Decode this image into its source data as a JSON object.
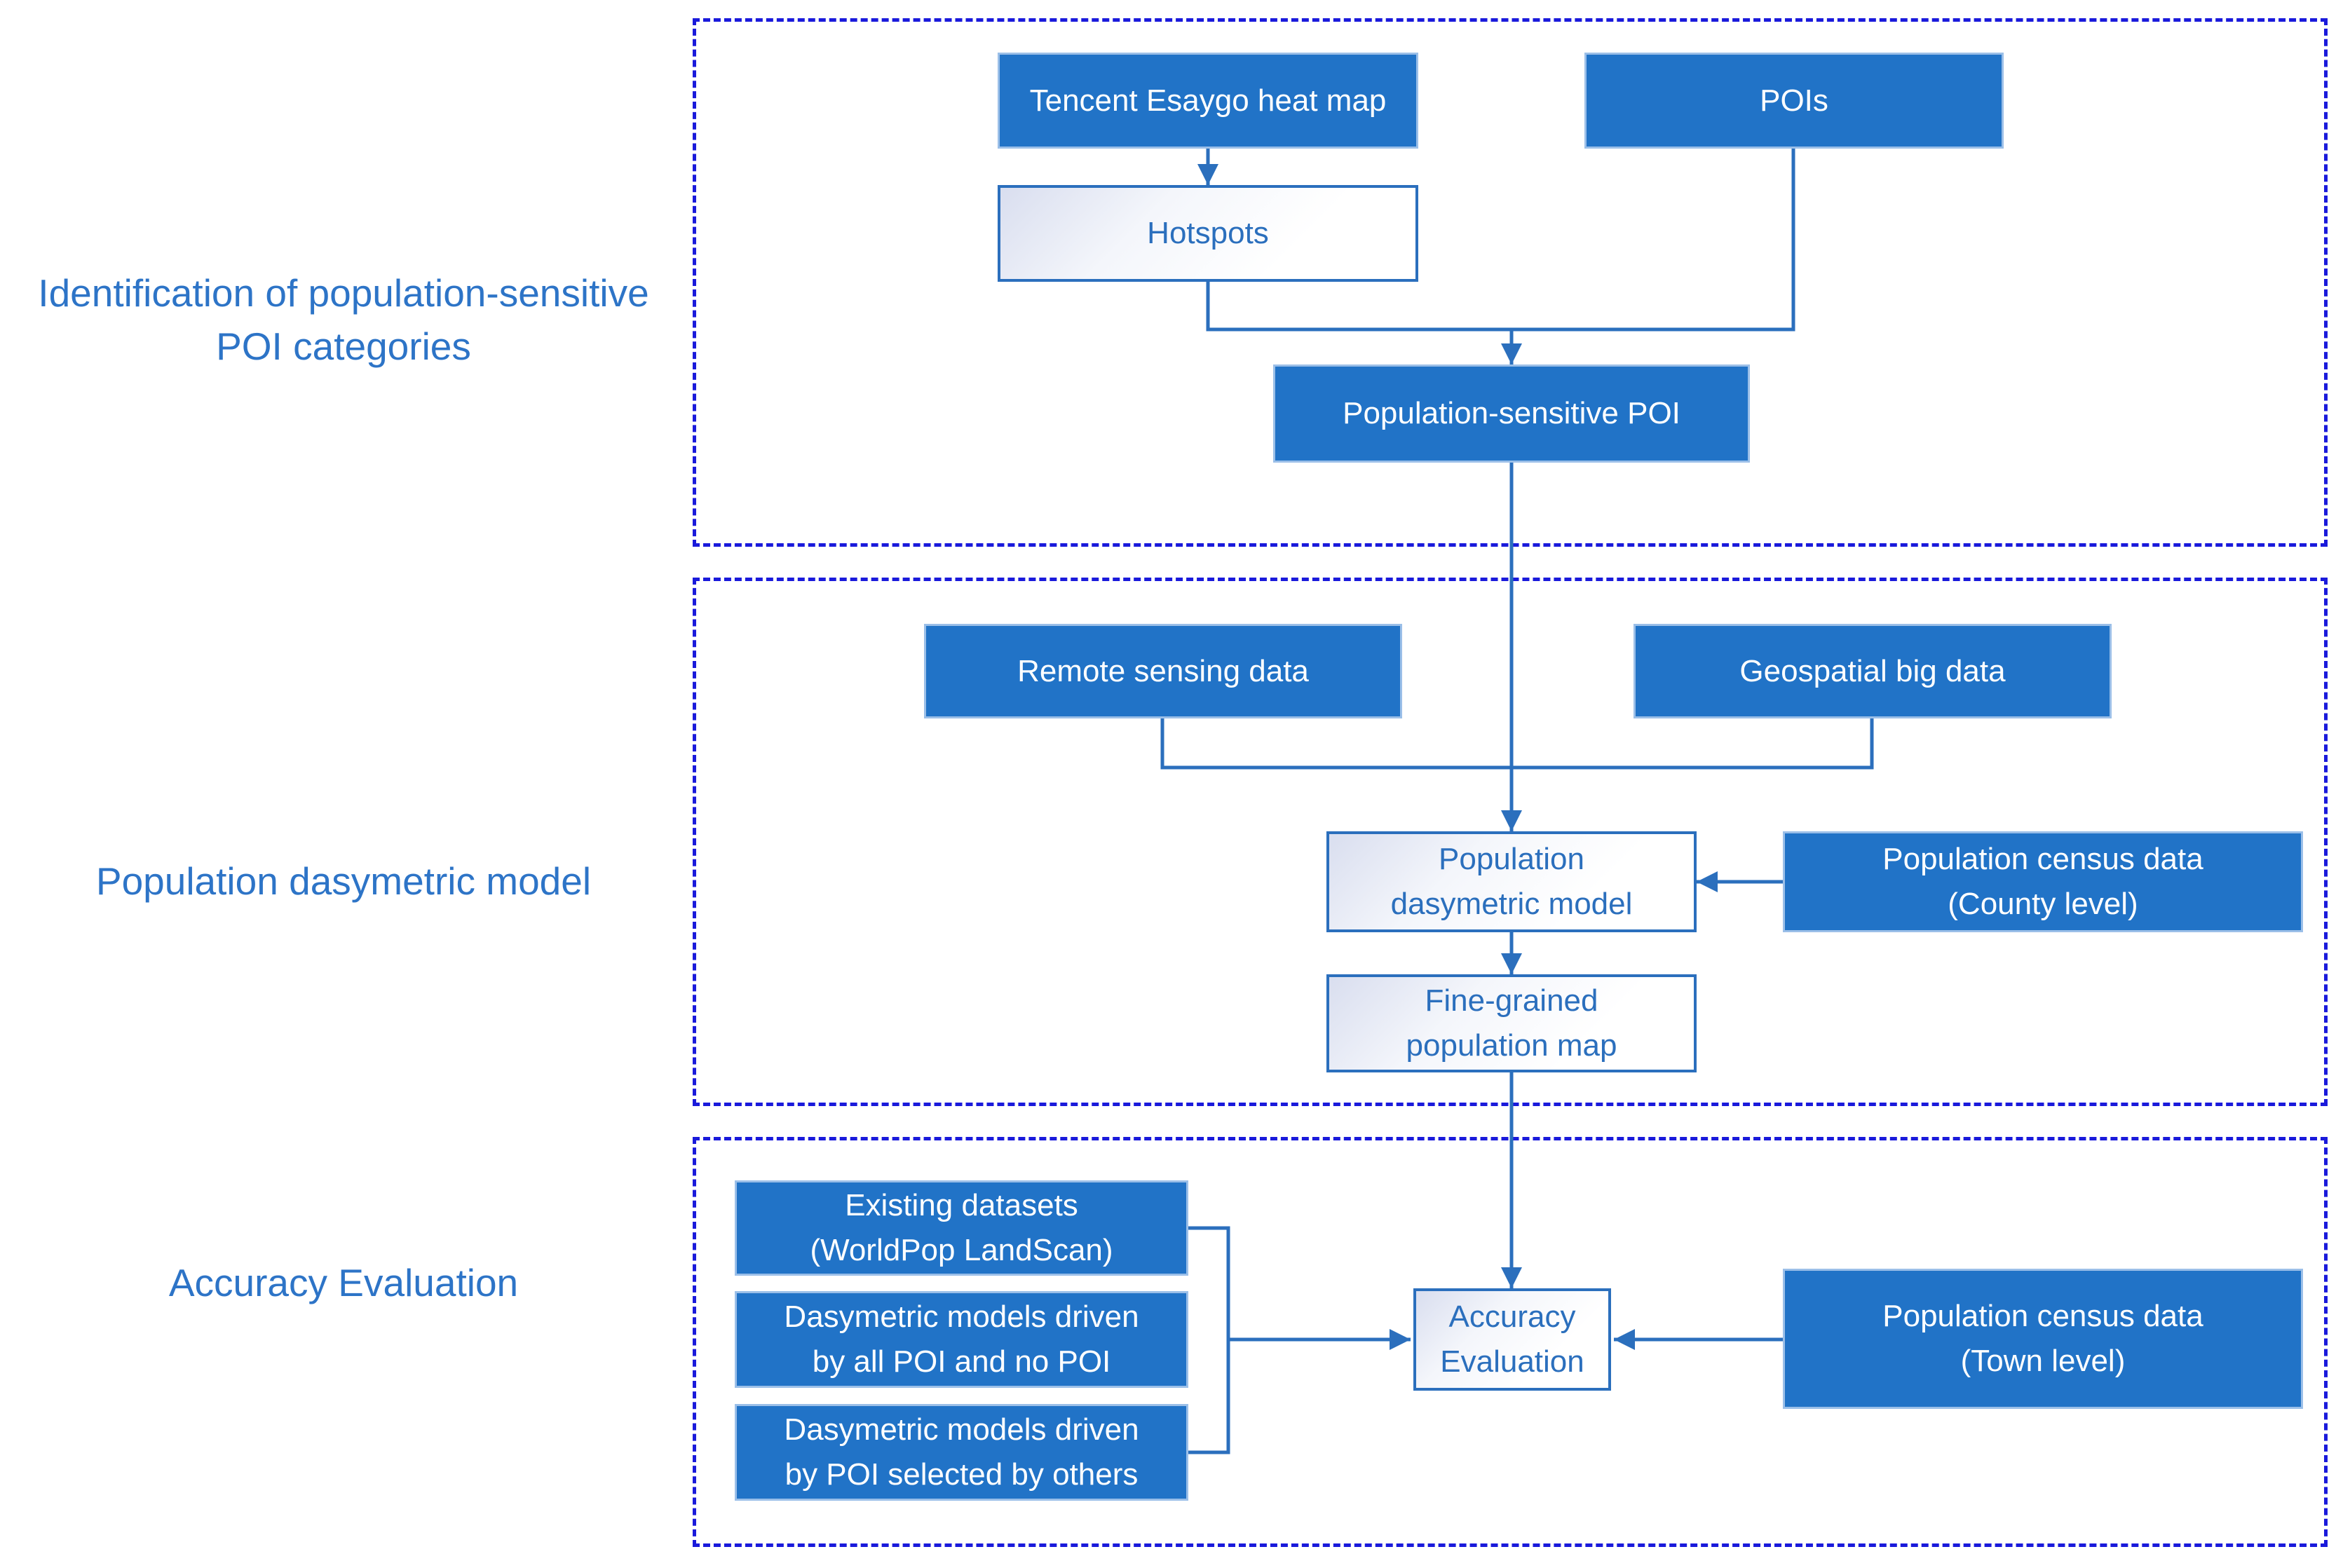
{
  "colors": {
    "frame": "#1a1adb",
    "fill": "#2173c7",
    "line": "#2b6fbd",
    "label": "#2d74c7"
  },
  "stages": {
    "identification": "Identification of population-sensitive\nPOI categories",
    "dasymetric": "Population dasymetric model",
    "accuracy": "Accuracy Evaluation"
  },
  "nodes": {
    "heatmap": "Tencent Esaygo heat map",
    "pois": "POIs",
    "hotspots": "Hotspots",
    "sensitive_poi": "Population-sensitive POI",
    "remote_sensing": "Remote sensing data",
    "geospatial": "Geospatial big data",
    "dasymetric_model": "Population\ndasymetric model",
    "census_county": "Population census data\n(County level)",
    "fine_map": "Fine-grained\npopulation map",
    "existing": "Existing datasets\n(WorldPop LandScan)",
    "models_all": "Dasymetric models driven\nby all POI and no POI",
    "models_others": "Dasymetric models driven\nby POI selected by others",
    "accuracy_eval": "Accuracy\nEvaluation",
    "census_town": "Population census data\n(Town level)"
  }
}
